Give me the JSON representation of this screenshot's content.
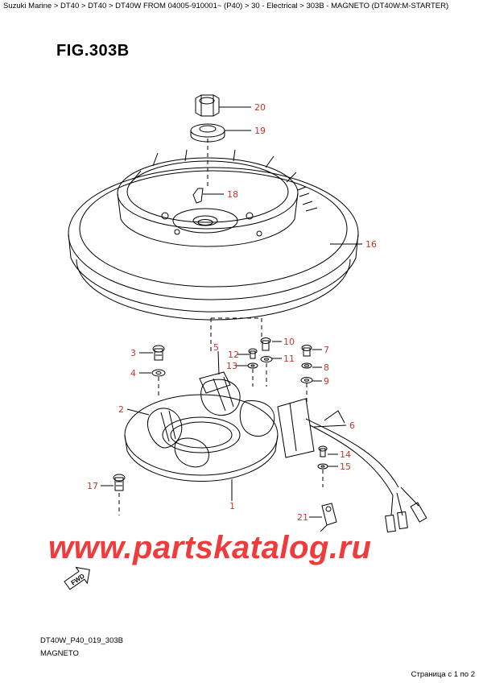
{
  "breadcrumb": "Suzuki Marine > DT40 > DT40 > DT40W FROM 04005-910001~ (P40) > 30 - Electrical > 303B - MAGNETO (DT40W:M-STARTER)",
  "figure_title": "FIG.303B",
  "watermark": "www.partskatalog.ru",
  "fwd_label": "FWD",
  "drawing_code": "DT40W_P40_019_303B",
  "caption": "MAGNETO",
  "pagination": "Страница с 1 по 2",
  "colors": {
    "callout": "#c0392b",
    "watermark": "#ef3b3b",
    "line": "#000000"
  },
  "callouts": [
    "1",
    "2",
    "3",
    "4",
    "5",
    "6",
    "7",
    "8",
    "9",
    "10",
    "11",
    "12",
    "13",
    "14",
    "15",
    "16",
    "17",
    "18",
    "19",
    "20",
    "21"
  ]
}
